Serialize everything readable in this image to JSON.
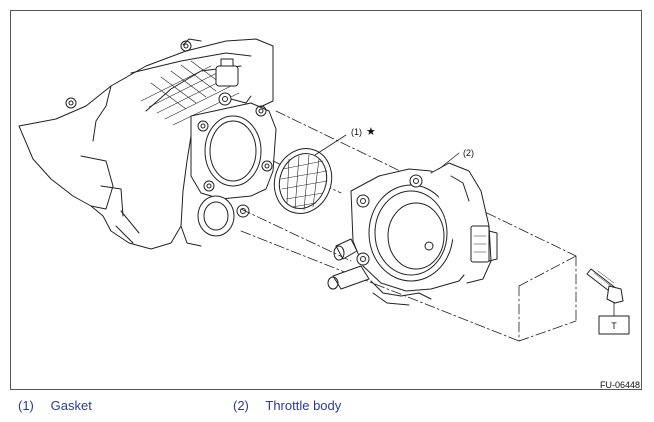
{
  "figure": {
    "callout_1": "(1)",
    "callout_1_mark": "★",
    "callout_2": "(2)",
    "tool_label": "T",
    "figure_code": "FU-06448"
  },
  "legend": [
    {
      "num": "(1)",
      "label": "Gasket"
    },
    {
      "num": "(2)",
      "label": "Throttle body"
    }
  ],
  "colors": {
    "line": "#222222",
    "legend_text": "#2a3a9a",
    "frame": "#555555"
  }
}
